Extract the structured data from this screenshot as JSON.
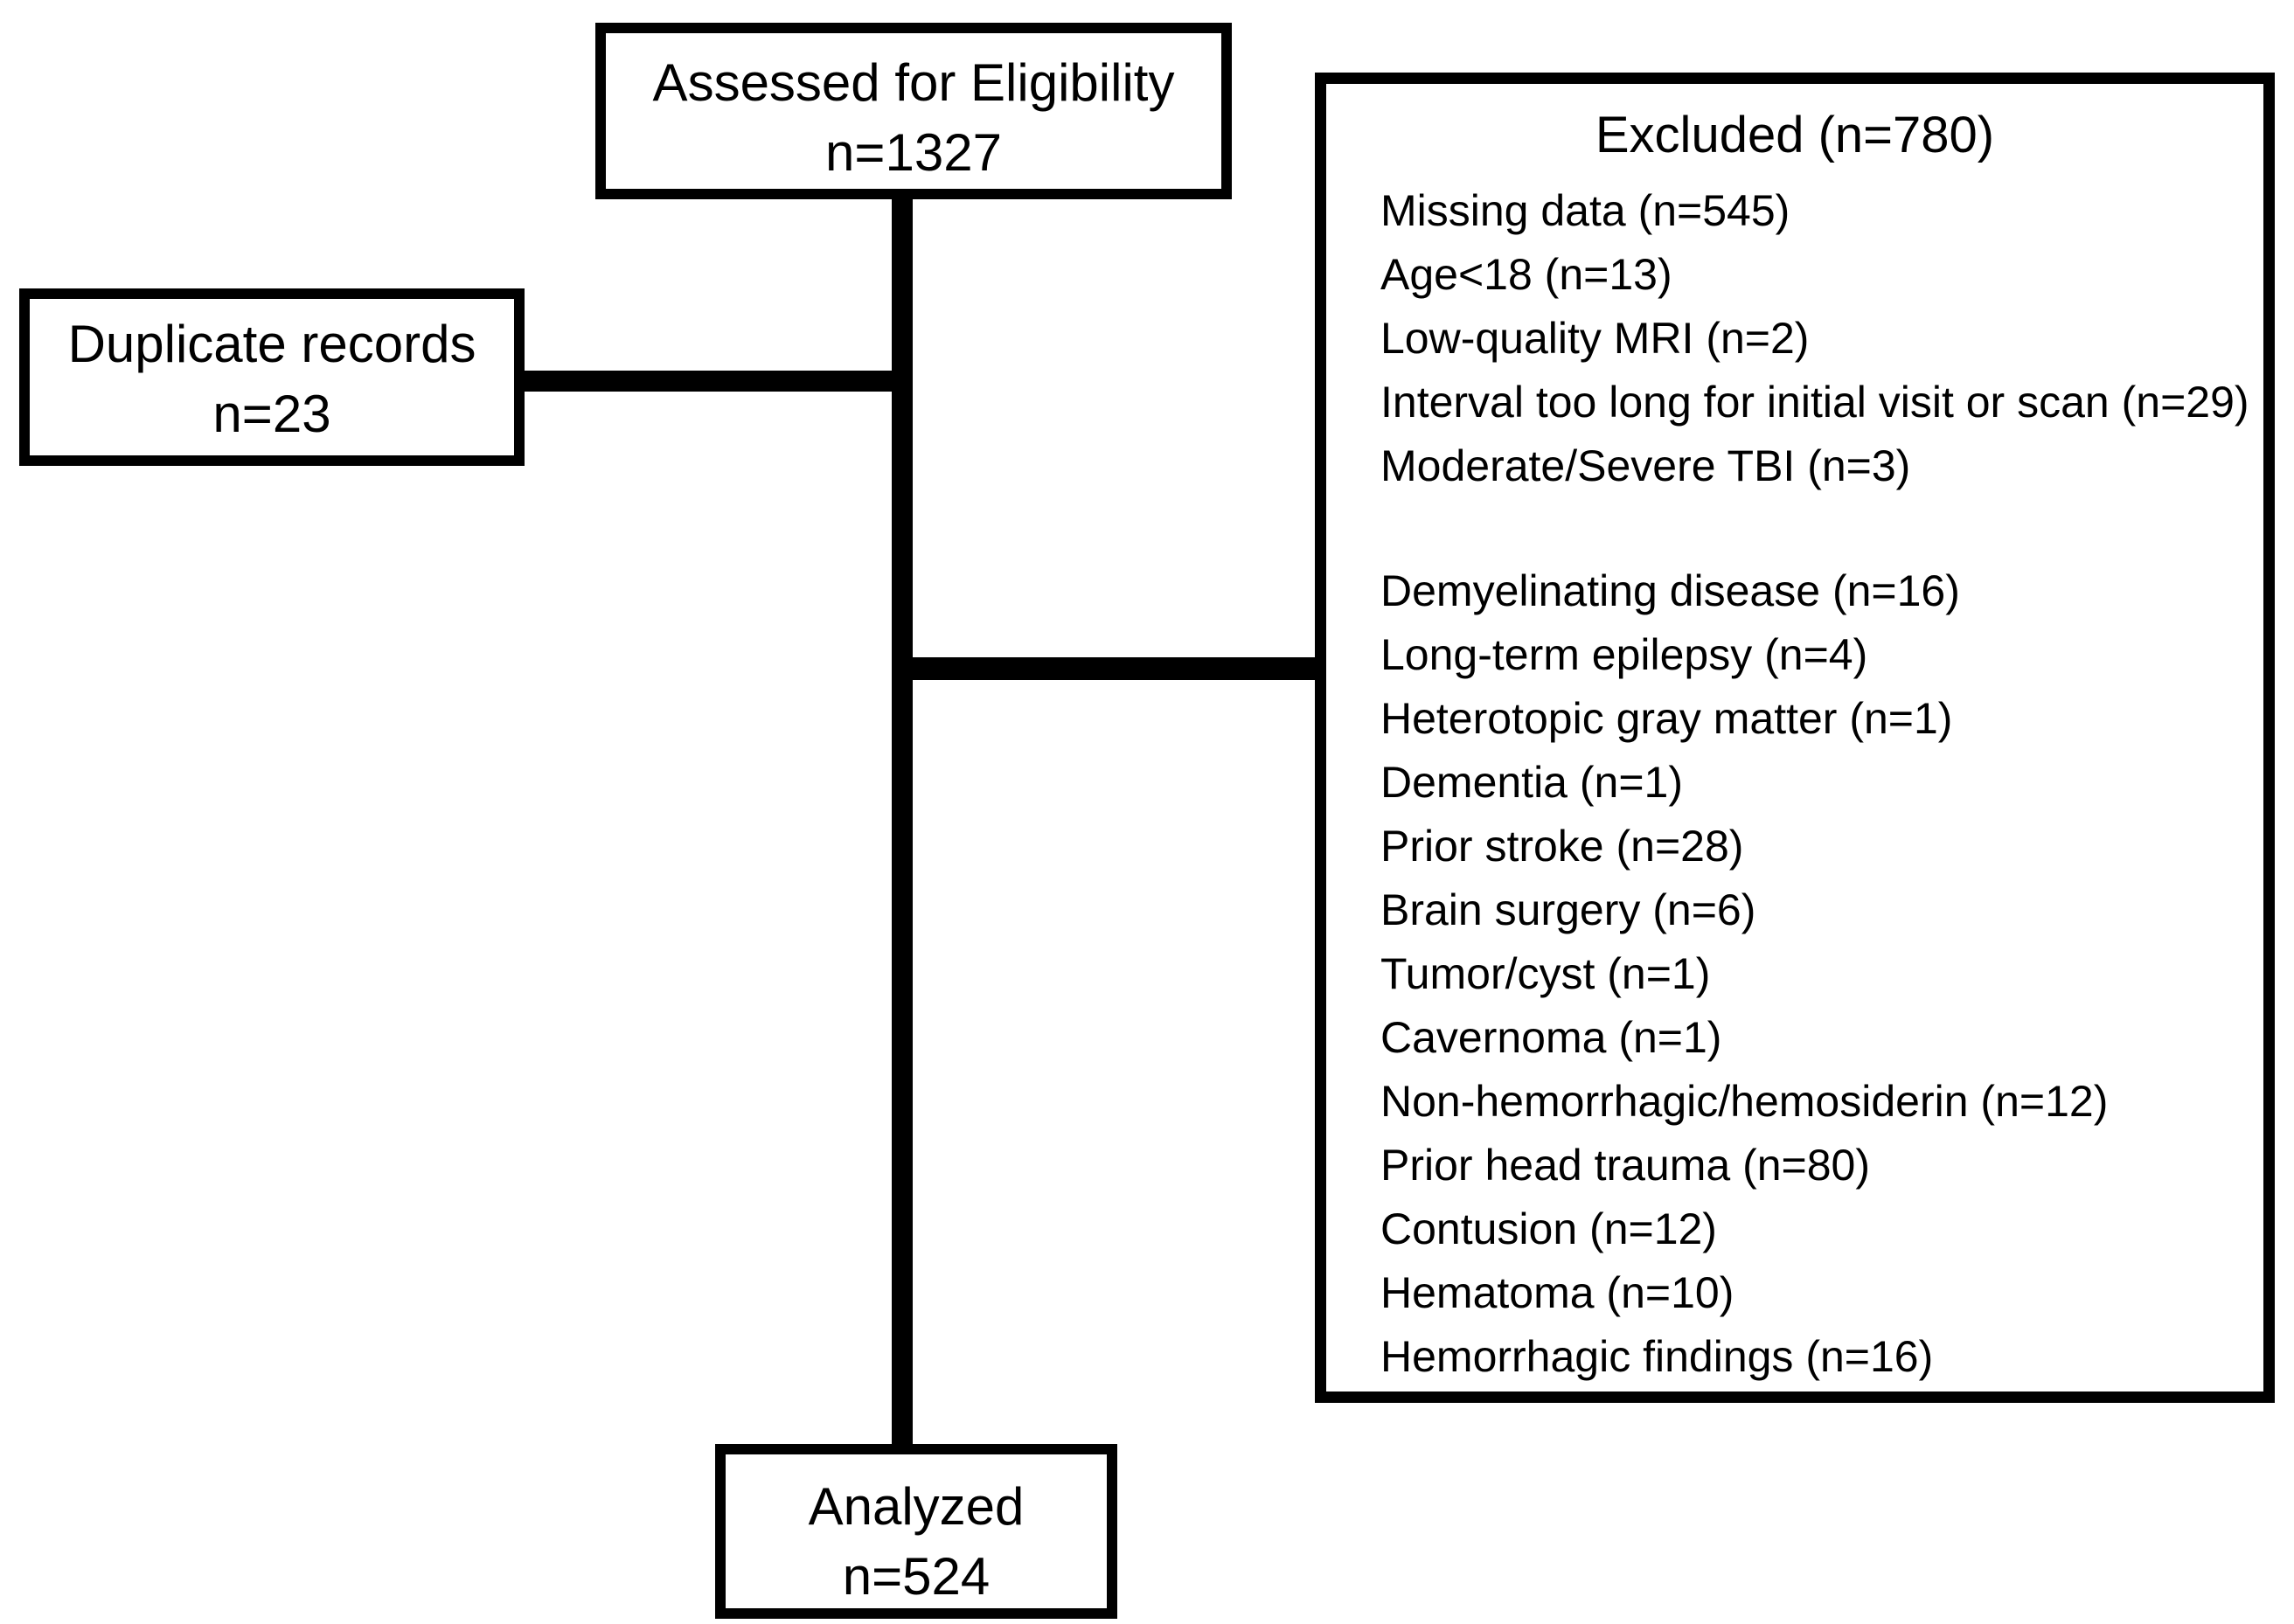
{
  "colors": {
    "background": "#ffffff",
    "line": "#000000",
    "text": "#000000"
  },
  "boxes": {
    "assessed": {
      "title": "Assessed for Eligibility",
      "count": "n=1327"
    },
    "duplicate": {
      "title": "Duplicate records",
      "count": "n=23"
    },
    "excluded": {
      "title": "Excluded (n=780)",
      "initial_exclusions": [
        "Missing data (n=545)",
        "Age<18 (n=13)",
        "Low-quality MRI (n=2)",
        "Interval too long for initial visit or scan (n=29)",
        "Moderate/Severe TBI (n=3)"
      ],
      "clinical_exclusions": [
        "Demyelinating disease (n=16)",
        "Long-term epilepsy (n=4)",
        "Heterotopic gray matter (n=1)",
        "Dementia (n=1)",
        "Prior stroke (n=28)",
        "Brain surgery (n=6)",
        "Tumor/cyst (n=1)",
        "Cavernoma (n=1)",
        "Non-hemorrhagic/hemosiderin (n=12)",
        "Prior head trauma (n=80)",
        "Contusion (n=12)",
        "Hematoma (n=10)",
        "Hemorrhagic findings (n=16)"
      ]
    },
    "analyzed": {
      "title": "Analyzed",
      "count": "n=524"
    }
  }
}
